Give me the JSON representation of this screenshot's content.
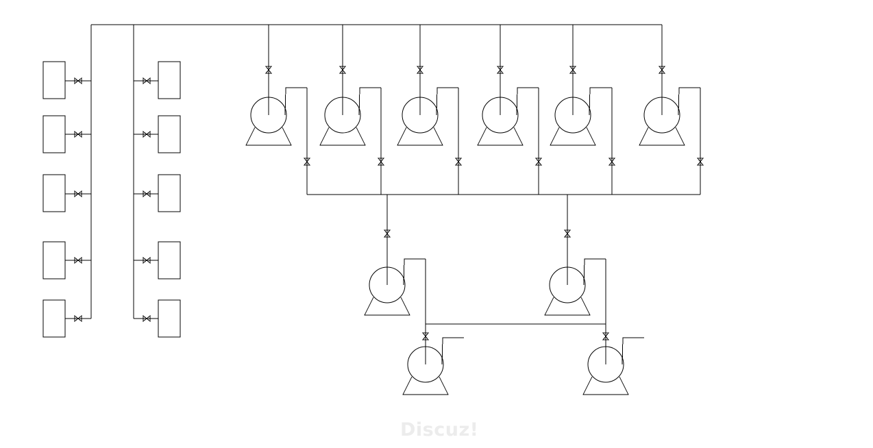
{
  "watermark": {
    "text": "Discuz!"
  },
  "diagram": {
    "tanks_left_count": 5,
    "tanks_right_count": 5,
    "upper_pump_count": 6,
    "middle_pump_count": 2,
    "lower_pump_count": 2,
    "line_color": "#000000",
    "background": "#ffffff"
  }
}
